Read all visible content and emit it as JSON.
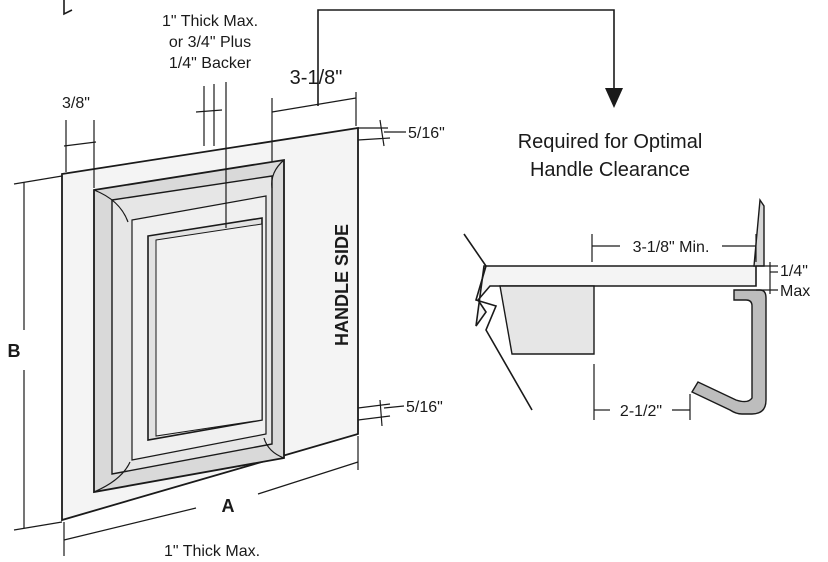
{
  "labels": {
    "thickness_note_1": "1\" Thick Max.",
    "thickness_note_2": "or 3/4\" Plus",
    "thickness_note_3": "1/4\" Backer",
    "overlap_top": "3-1/8\"",
    "edge_left": "3/8\"",
    "edge_top_right": "5/16\"",
    "edge_bottom_right": "5/16\"",
    "handle_side": "HANDLE SIDE",
    "dim_b": "B",
    "dim_a": "A",
    "thickness_bottom": "1\" Thick Max.",
    "clearance_title_1": "Required for Optimal",
    "clearance_title_2": "Handle Clearance",
    "min_overhang": "3-1/8\" Min.",
    "handle_gap_1": "1/4\"",
    "handle_gap_2": "Max",
    "handle_depth": "2-1/2\""
  },
  "colors": {
    "line": "#1a1a1a",
    "panel_light": "#f4f4f4",
    "frame_gray": "#d9d9d9",
    "handle_gray": "#bdbdbd"
  }
}
